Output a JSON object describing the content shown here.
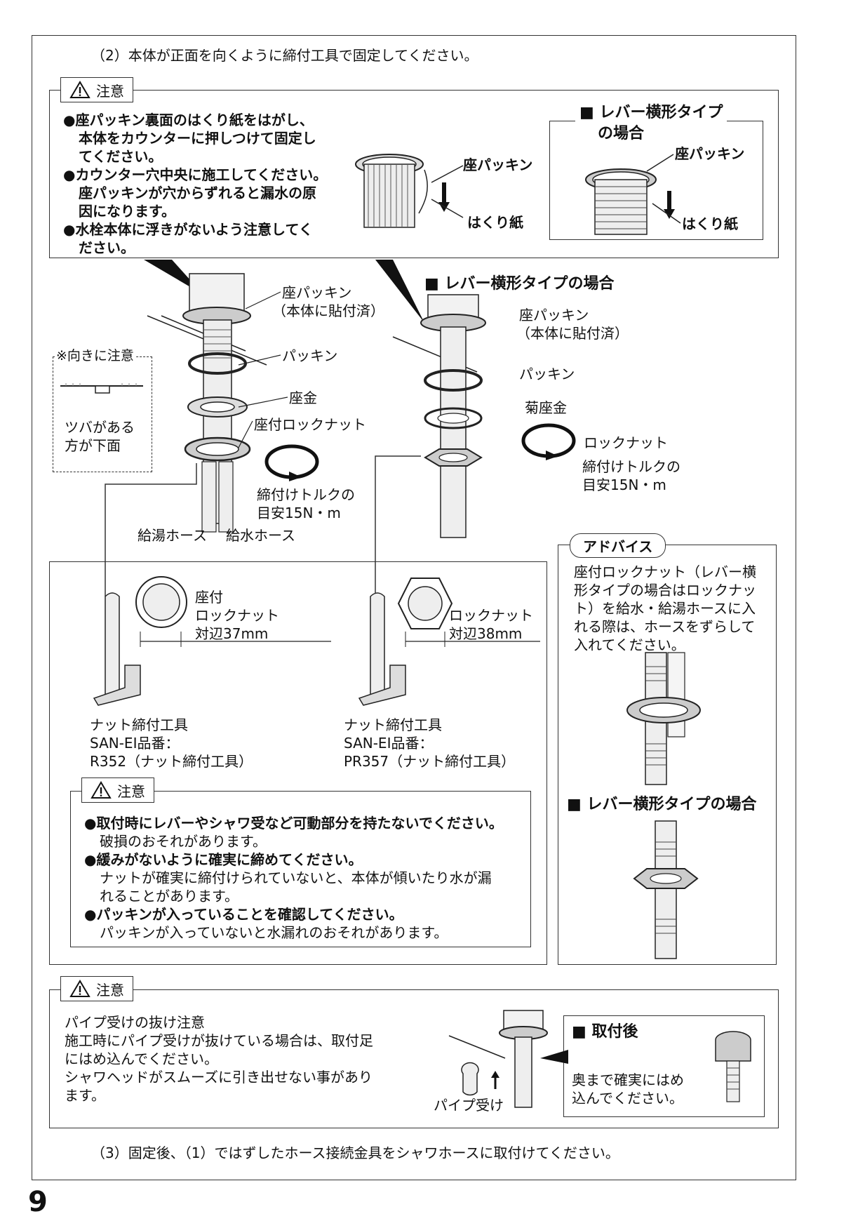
{
  "step2": "（2）本体が正面を向くように締付工具で固定してください。",
  "caution_label": "注意",
  "caution1": {
    "lines": [
      {
        "text": "●座パッキン裏面のはくり紙をはがし、",
        "bold": true
      },
      {
        "text": "本体をカウンターに押しつけて固定し",
        "bold": true,
        "indent": true
      },
      {
        "text": "てください。",
        "bold": true,
        "indent": true
      },
      {
        "text": "●カウンター穴中央に施工してください。",
        "bold": true
      },
      {
        "text": "座パッキンが穴からずれると漏水の原",
        "bold": true,
        "indent": true
      },
      {
        "text": "因になります。",
        "bold": true,
        "indent": true
      },
      {
        "text": "●水栓本体に浮きがないよう注意してく",
        "bold": true
      },
      {
        "text": "ださい。",
        "bold": true,
        "indent": true
      }
    ],
    "fig_left": {
      "seat_packing": "座パッキン",
      "release_paper": "はくり紙"
    },
    "fig_right": {
      "title_line1": "■ レバー横形タイプ",
      "title_line2": "の場合",
      "seat_packing": "座パッキン",
      "release_paper": "はくり紙"
    }
  },
  "left_assembly": {
    "seat_packing": "座パッキン",
    "seat_packing_note": "（本体に貼付済）",
    "packing": "パッキン",
    "washer": "座金",
    "locknut": "座付ロックナット",
    "torque_line1": "締付けトルクの",
    "torque_line2": "目安15N・m",
    "hot_hose": "給湯ホース",
    "cold_hose": "給水ホース",
    "note_title": "※向きに注意",
    "note_line1": "ツバがある",
    "note_line2": "方が下面"
  },
  "right_assembly": {
    "title": "■ レバー横形タイプの場合",
    "seat_packing": "座パッキン",
    "seat_packing_note": "（本体に貼付済）",
    "packing": "パッキン",
    "washer": "菊座金",
    "locknut": "ロックナット",
    "torque_line1": "締付けトルクの",
    "torque_line2": "目安15N・m"
  },
  "tool_left": {
    "nut_line1": "座付",
    "nut_line2": "ロックナット",
    "size": "対辺37mm",
    "name": "ナット締付工具",
    "brand": "SAN-EI品番：",
    "model": "R352（ナット締付工具）"
  },
  "tool_right": {
    "nut_line1": "ロックナット",
    "size": "対辺38mm",
    "name": "ナット締付工具",
    "brand": "SAN-EI品番：",
    "model": "PR357（ナット締付工具）"
  },
  "caution2": {
    "lines": [
      {
        "text": "●取付時にレバーやシャワ受など可動部分を持たないでください。",
        "bold": true
      },
      {
        "text": "破損のおそれがあります。",
        "bold": false,
        "indent": true
      },
      {
        "text": "●緩みがないように確実に締めてください。",
        "bold": true
      },
      {
        "text": "ナットが確実に締付けられていないと、本体が傾いたり水が漏",
        "bold": false,
        "indent": true
      },
      {
        "text": "れることがあります。",
        "bold": false,
        "indent": true
      },
      {
        "text": "●パッキンが入っていることを確認してください。",
        "bold": true
      },
      {
        "text": "パッキンが入っていないと水漏れのおそれがあります。",
        "bold": false,
        "indent": true
      }
    ]
  },
  "advice": {
    "label": "アドバイス",
    "lines": [
      "座付ロックナット（レバー横",
      "形タイプの場合はロックナッ",
      "ト）を給水・給湯ホースに入",
      "れる際は、ホースをずらして",
      "入れてください。"
    ],
    "sub_title": "■ レバー横形タイプの場合"
  },
  "caution3": {
    "title": "パイプ受けの抜け注意",
    "lines": [
      "施工時にパイプ受けが抜けている場合は、取付足",
      "にはめ込んでください。",
      "シャワヘッドがスムーズに引き出せない事があり",
      "ます。"
    ],
    "pipe_receiver": "パイプ受け",
    "after_title": "■ 取付後",
    "after_line1": "奥まで確実にはめ",
    "after_line2": "込んでください。"
  },
  "step3": "（3）固定後、（1）ではずしたホース接続金具をシャワホースに取付けてください。",
  "page_number": "9"
}
